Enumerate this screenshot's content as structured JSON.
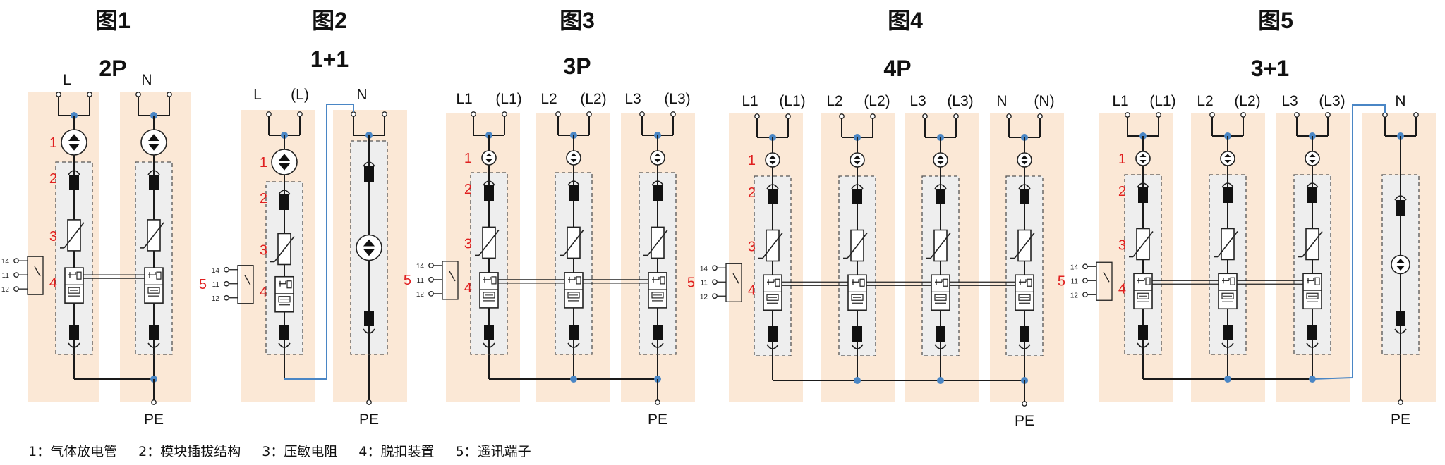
{
  "colors": {
    "panel": "#fbe8d6",
    "module_fill": "#eeeeee",
    "line": "#1a1a1a",
    "accent_line": "#4a86c5",
    "dot": "#4a86c5",
    "callout": "#e02020"
  },
  "figures": [
    {
      "id": "fig1",
      "label": "图1",
      "title": "2P",
      "pe": "PE",
      "poles": [
        {
          "top": [
            "L"
          ],
          "kind": "spd"
        },
        {
          "top": [
            "N"
          ],
          "kind": "spd"
        }
      ]
    },
    {
      "id": "fig2",
      "label": "图2",
      "title": "1+1",
      "pe": "PE",
      "poles": [
        {
          "top": [
            "L",
            "(L)"
          ],
          "kind": "spd"
        },
        {
          "top": [
            "N"
          ],
          "kind": "gdt"
        }
      ]
    },
    {
      "id": "fig3",
      "label": "图3",
      "title": "3P",
      "pe": "PE",
      "poles": [
        {
          "top": [
            "L1",
            "(L1)"
          ],
          "kind": "spd"
        },
        {
          "top": [
            "L2",
            "(L2)"
          ],
          "kind": "spd"
        },
        {
          "top": [
            "L3",
            "(L3)"
          ],
          "kind": "spd"
        }
      ]
    },
    {
      "id": "fig4",
      "label": "图4",
      "title": "4P",
      "pe": "PE",
      "poles": [
        {
          "top": [
            "L1",
            "(L1)"
          ],
          "kind": "spd"
        },
        {
          "top": [
            "L2",
            "(L2)"
          ],
          "kind": "spd"
        },
        {
          "top": [
            "L3",
            "(L3)"
          ],
          "kind": "spd"
        },
        {
          "top": [
            "N",
            "(N)"
          ],
          "kind": "spd"
        }
      ]
    },
    {
      "id": "fig5",
      "label": "图5",
      "title": "3+1",
      "pe": "PE",
      "poles": [
        {
          "top": [
            "L1",
            "(L1)"
          ],
          "kind": "spd"
        },
        {
          "top": [
            "L2",
            "(L2)"
          ],
          "kind": "spd"
        },
        {
          "top": [
            "L3",
            "(L3)"
          ],
          "kind": "spd"
        },
        {
          "top": [
            "N"
          ],
          "kind": "gdt"
        }
      ]
    }
  ],
  "callouts": [
    "1",
    "2",
    "3",
    "4",
    "5"
  ],
  "terminal_numbers": [
    "14",
    "11",
    "12"
  ],
  "legend": {
    "item1": "1：气体放电管",
    "item2": "2：模块插拔结构",
    "item3": "3：压敏电阻",
    "item4": "4：脱扣装置",
    "item5": "5：遥讯端子"
  }
}
